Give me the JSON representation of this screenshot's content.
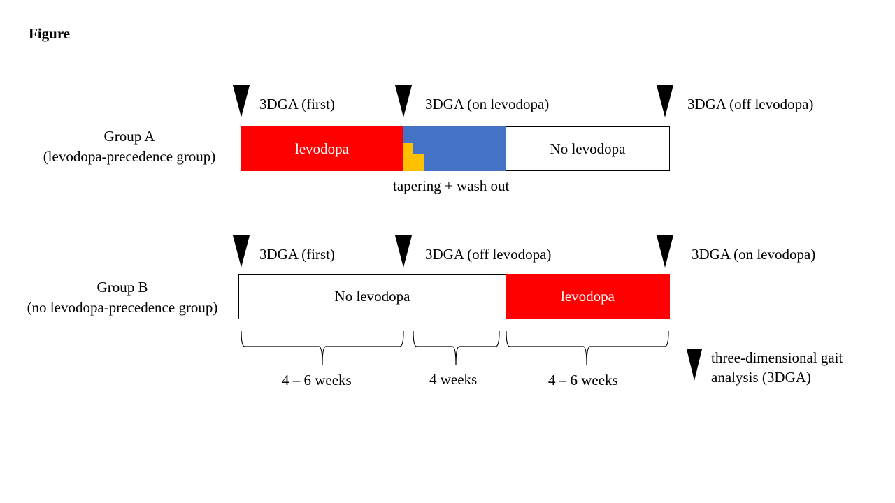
{
  "figure_title": "Figure",
  "colors": {
    "levodopa": "#ff0000",
    "tapering_washout": "#4472c4",
    "tapering_step": "#ffc000",
    "no_levodopa": "#ffffff",
    "marker": "#000000"
  },
  "group_a": {
    "name": "Group A",
    "subtitle": "(levodopa-precedence group)",
    "markers": [
      "3DGA (first)",
      "3DGA (on levodopa)",
      "3DGA (off levodopa)"
    ],
    "segments": [
      {
        "label": "levodopa",
        "type": "levodopa"
      },
      {
        "label": "",
        "type": "tapering_washout"
      },
      {
        "label": "No levodopa",
        "type": "no_levodopa"
      }
    ],
    "tapering_note": "tapering + wash out"
  },
  "group_b": {
    "name": "Group B",
    "subtitle": "(no levodopa-precedence group)",
    "markers": [
      "3DGA (first)",
      "3DGA (off levodopa)",
      "3DGA (on levodopa)"
    ],
    "segments": [
      {
        "label": "No levodopa",
        "type": "no_levodopa"
      },
      {
        "label": "levodopa",
        "type": "levodopa"
      }
    ]
  },
  "durations": [
    "4 – 6 weeks",
    "4 weeks",
    "4 – 6 weeks"
  ],
  "legend": {
    "icon": "marker-triangle-icon",
    "text_line1": "three-dimensional gait",
    "text_line2": "analysis (3DGA)"
  }
}
